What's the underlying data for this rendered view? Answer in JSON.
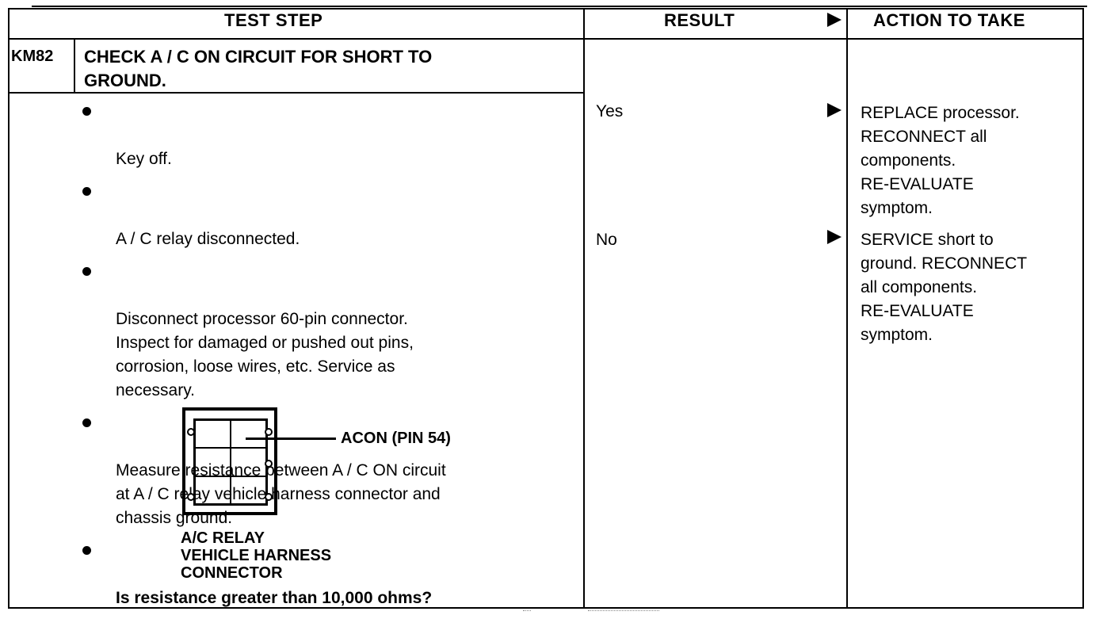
{
  "header": {
    "test_step": "TEST STEP",
    "result": "RESULT",
    "action": "ACTION TO TAKE"
  },
  "step": {
    "code": "KM82",
    "title": "CHECK A / C ON CIRCUIT FOR SHORT TO\nGROUND."
  },
  "bullets": [
    "Key off.",
    "A / C relay disconnected.",
    "Disconnect processor 60-pin connector.\nInspect for damaged or pushed out pins,\ncorrosion, loose wires, etc. Service as\nnecessary.",
    "Measure resistance between A / C ON circuit\nat A / C relay vehicle harness connector and\nchassis ground.",
    "Is resistance greater than 10,000 ohms?"
  ],
  "diagram": {
    "pin_label": "ACON (PIN 54)",
    "caption": "A/C RELAY\nVEHICLE HARNESS\nCONNECTOR"
  },
  "results": [
    {
      "answer": "Yes",
      "action": "REPLACE processor.\nRECONNECT all\ncomponents.\nRE-EVALUATE\nsymptom."
    },
    {
      "answer": "No",
      "action": "SERVICE short to\nground. RECONNECT\nall components.\nRE-EVALUATE\nsymptom."
    }
  ]
}
